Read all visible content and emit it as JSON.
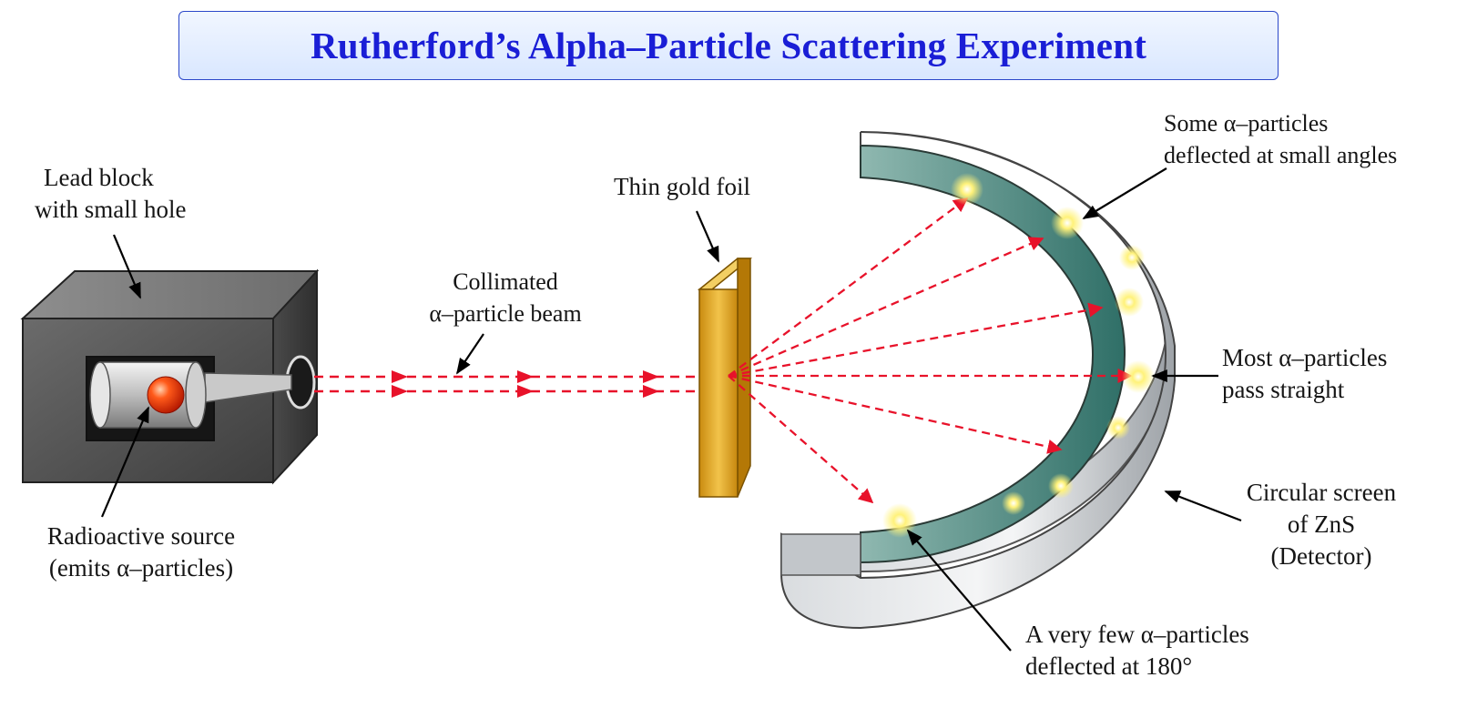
{
  "title": "Rutherford’s Alpha–Particle Scattering Experiment",
  "labels": {
    "lead_block": [
      "Lead block",
      "with small hole"
    ],
    "radioactive_source": [
      "Radioactive source",
      "(emits α–particles)"
    ],
    "beam": [
      "Collimated",
      "α–particle beam"
    ],
    "gold_foil": [
      "Thin gold foil"
    ],
    "small_angles": [
      "Some α–particles",
      "deflected at small angles"
    ],
    "pass_straight": [
      "Most α–particles",
      "pass straight"
    ],
    "screen": [
      "Circular screen",
      "of ZnS",
      "(Detector)"
    ],
    "deflected_180": [
      "A very few α–particles",
      "deflected at 180°"
    ]
  },
  "colors": {
    "title": "#1a1ed6",
    "beam": "#e8122a",
    "gold": "#d9a21a",
    "lead": "#555555",
    "screen_coating": "#2f6f67",
    "screen_metal": "#b8bcc2"
  },
  "icons": {
    "arrow": "black-pointer-arrow",
    "flash": "scintillation-flash"
  }
}
